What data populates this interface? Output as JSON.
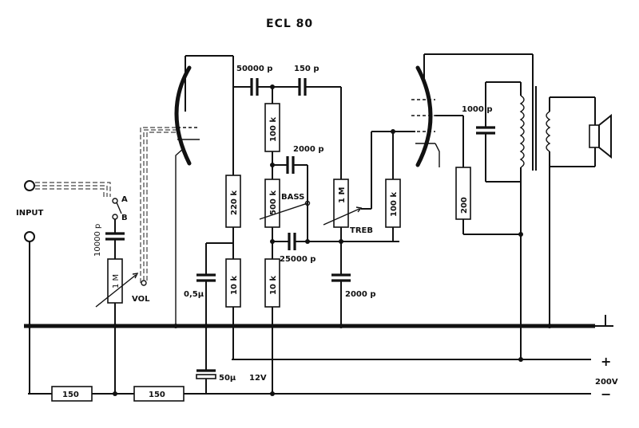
{
  "title": "ECL 80",
  "labels": {
    "input": "INPUT",
    "a": "A",
    "b": "B",
    "cap_input": "10000 p",
    "pot_vol": "1 M",
    "vol": "VOL",
    "cap_coupling": "50000 p",
    "cap_150": "150 p",
    "r_100k_top": "100 k",
    "cap_2000_top": "2000 p",
    "r_220k": "220 k",
    "pot_bass": "500 k",
    "bass": "BASS",
    "pot_treb": "1 M",
    "treb": "TREB",
    "r_100k_grid": "100 k",
    "cap_25000": "25000 p",
    "cap_05": "0,5µ",
    "r_10k_a": "10 k",
    "r_10k_b": "10 k",
    "cap_2000_bot": "2000 p",
    "cap_1000": "1000 p",
    "r_200": "200",
    "cap_50": "50µ",
    "v12": "12V",
    "r_150_a": "150",
    "r_150_b": "150",
    "ground": "⊥",
    "plus": "+",
    "v200": "200V",
    "minus": "−"
  }
}
